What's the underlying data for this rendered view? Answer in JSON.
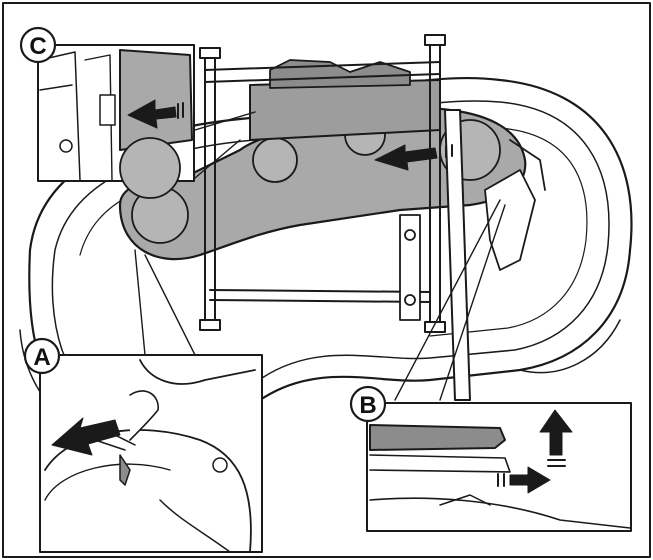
{
  "diagram": {
    "callouts": [
      {
        "id": "A",
        "label": "A"
      },
      {
        "id": "B",
        "label": "B"
      },
      {
        "id": "C",
        "label": "C"
      }
    ],
    "colors": {
      "line": "#1a1a1a",
      "part_gray": "#a9a9a9",
      "part_gray_dark": "#8c8c8c",
      "paper": "#ffffff"
    }
  }
}
